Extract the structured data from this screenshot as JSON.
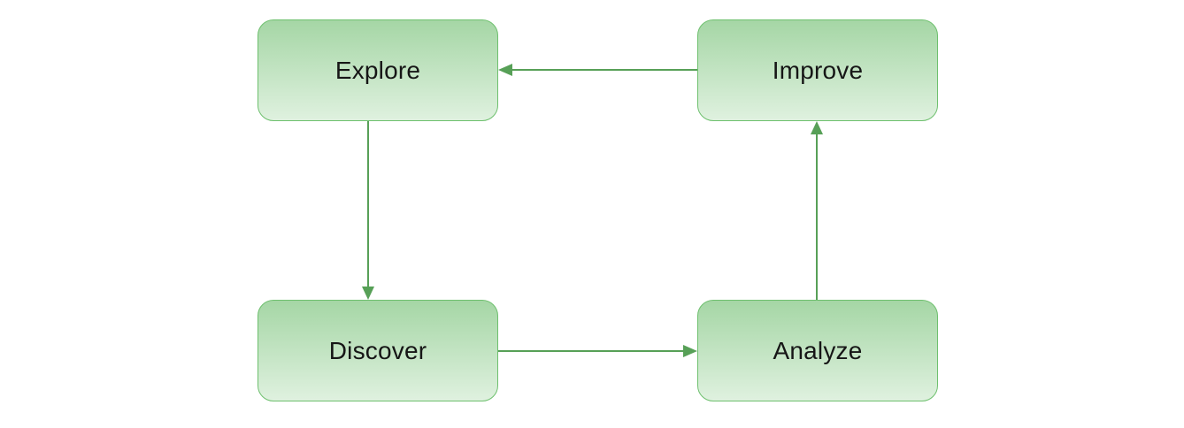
{
  "diagram": {
    "type": "flowchart-cycle",
    "nodes": [
      {
        "id": "explore",
        "label": "Explore",
        "position": "top-left"
      },
      {
        "id": "improve",
        "label": "Improve",
        "position": "top-right"
      },
      {
        "id": "discover",
        "label": "Discover",
        "position": "bottom-left"
      },
      {
        "id": "analyze",
        "label": "Analyze",
        "position": "bottom-right"
      }
    ],
    "edges": [
      {
        "from": "improve",
        "to": "explore",
        "direction": "left"
      },
      {
        "from": "explore",
        "to": "discover",
        "direction": "down"
      },
      {
        "from": "discover",
        "to": "analyze",
        "direction": "right"
      },
      {
        "from": "analyze",
        "to": "improve",
        "direction": "up"
      }
    ],
    "colors": {
      "background": "#ffffff",
      "node_fill_top": "#a5d6a5",
      "node_fill_bottom": "#dff1df",
      "node_border": "#6ec06e",
      "arrow": "#57a057",
      "text": "#161616"
    }
  }
}
